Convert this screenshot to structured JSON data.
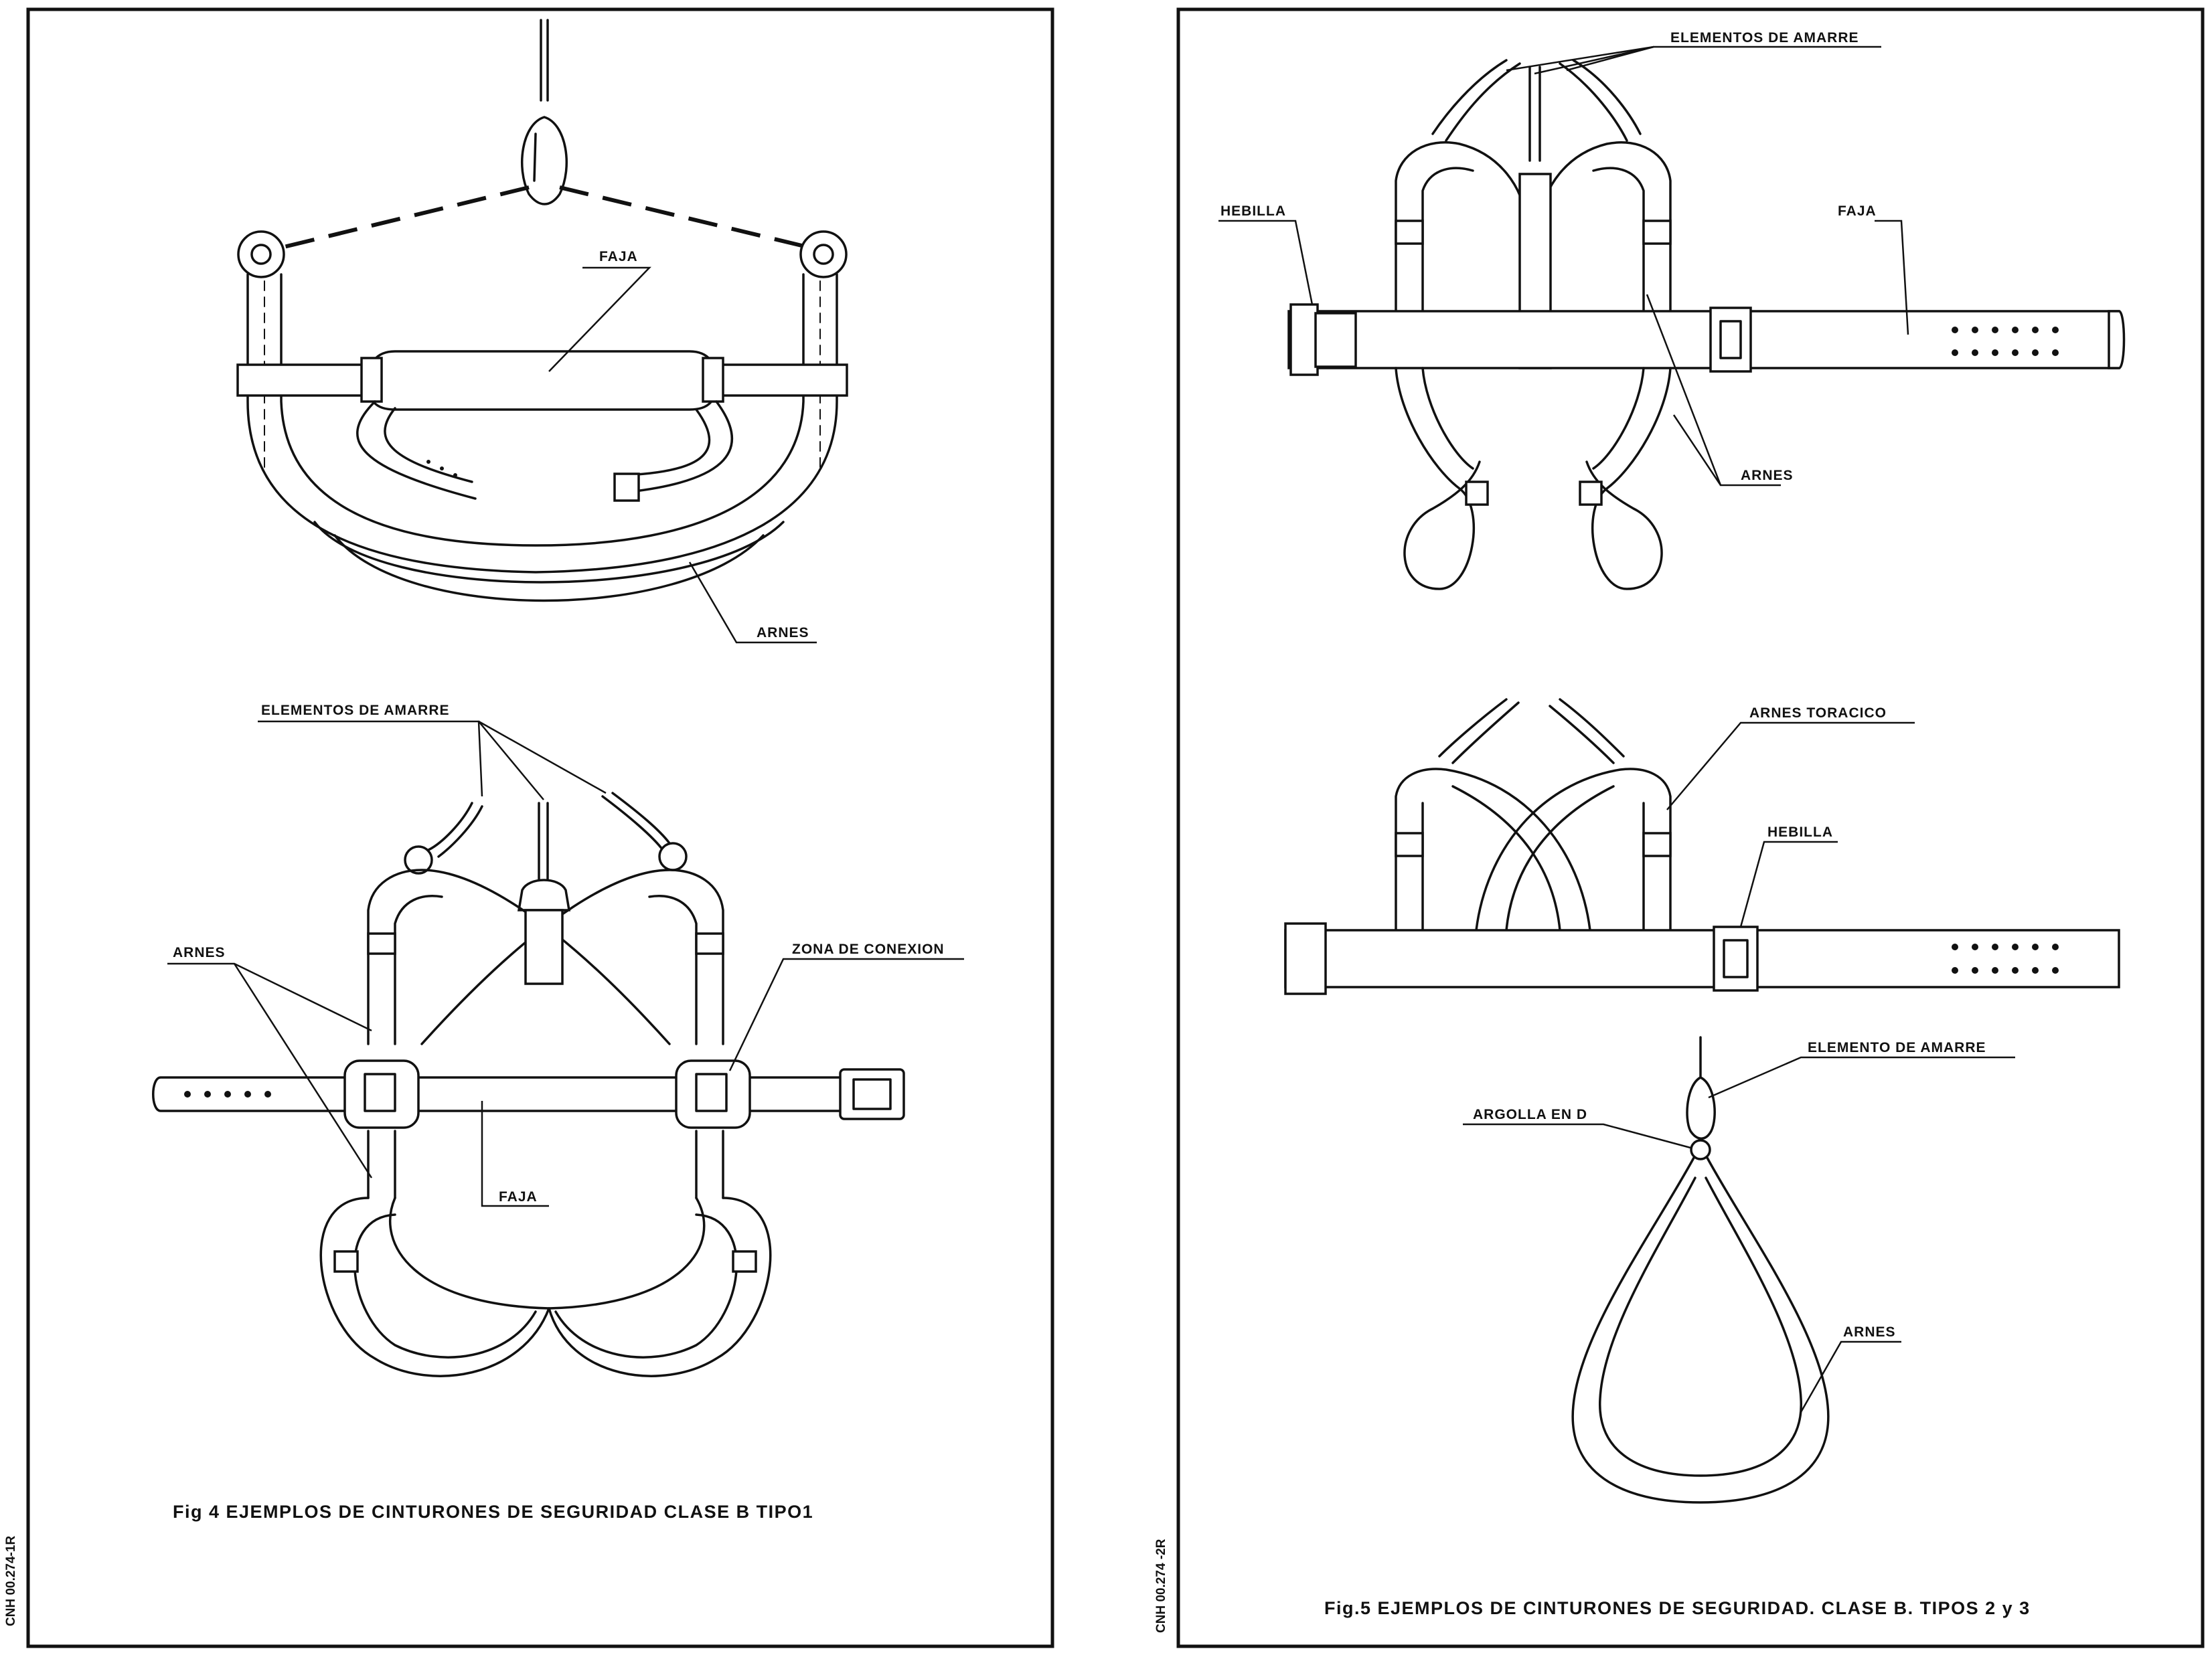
{
  "left_panel": {
    "side_code": "CNH 00.274-1R",
    "caption": "Fig 4  EJEMPLOS DE CINTURONES  DE SEGURIDAD  CLASE B  TIPO1",
    "top_figure": {
      "label_faja": "FAJA",
      "label_arnes": "ARNES"
    },
    "bottom_figure": {
      "label_elementos": "ELEMENTOS DE AMARRE",
      "label_arnes": "ARNES",
      "label_zona": "ZONA DE CONEXION",
      "label_faja": "FAJA"
    }
  },
  "right_panel": {
    "side_code": "CNH 00.274 -2R",
    "caption": "Fig.5  EJEMPLOS DE CINTURONES DE SEGURIDAD. CLASE B. TIPOS 2 y 3",
    "top_figure": {
      "label_elementos": "ELEMENTOS DE AMARRE",
      "label_hebilla": "HEBILLA",
      "label_faja": "FAJA",
      "label_arnes": "ARNES"
    },
    "middle_figure": {
      "label_toracico": "ARNES TORACICO",
      "label_hebilla": "HEBILLA"
    },
    "bottom_figure": {
      "label_elemento": "ELEMENTO DE AMARRE",
      "label_argolla": "ARGOLLA EN D",
      "label_arnes": "ARNES"
    }
  }
}
